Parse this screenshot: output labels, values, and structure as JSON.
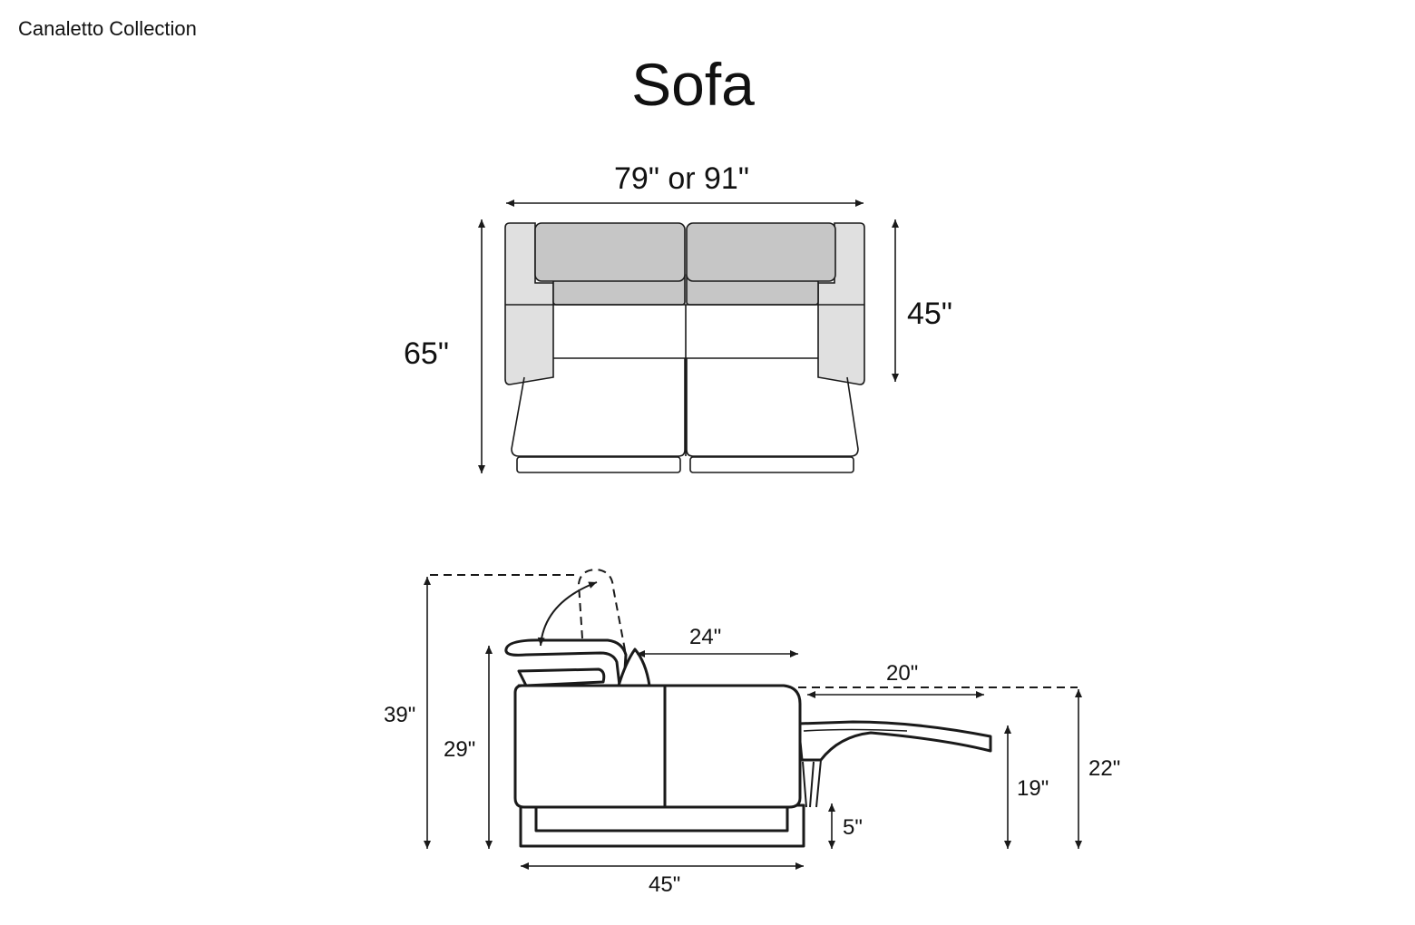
{
  "header": {
    "collection": "Canaletto Collection",
    "title": "Sofa"
  },
  "top_view": {
    "width": "79\" or 91\"",
    "depth_extended": "65\"",
    "depth": "45\""
  },
  "side_view": {
    "height_reclined": "39\"",
    "height": "29\"",
    "headrest_travel": "24\"",
    "footrest_extension": "20\"",
    "footrest_height": "22\"",
    "seat_height": "19\"",
    "clearance": "5\"",
    "depth": "45\""
  },
  "colors": {
    "line": "#1a1a1a",
    "cushion": "#c6c6c6",
    "arm": "#e0e0e0"
  }
}
